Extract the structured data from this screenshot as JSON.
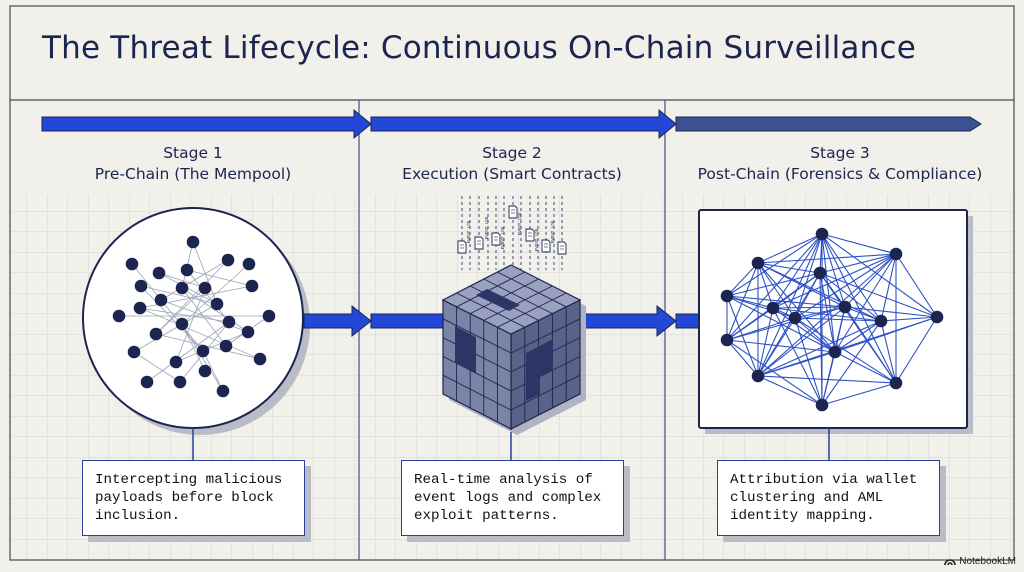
{
  "title": "The Threat Lifecycle: Continuous On-Chain Surveillance",
  "stages": [
    {
      "number": "Stage 1",
      "name": "Pre-Chain (The Mempool)",
      "description": "Intercepting malicious payloads before block inclusion."
    },
    {
      "number": "Stage 2",
      "name": "Execution (Smart Contracts)",
      "description": "Real-time analysis of event logs and complex exploit patterns."
    },
    {
      "number": "Stage 3",
      "name": "Post-Chain (Forensics & Compliance)",
      "description": "Attribution via wallet clustering and AML identity mapping."
    }
  ],
  "log_label": "EVENT LOG",
  "brand": "NotebookLM",
  "colors": {
    "navy": "#1b2550",
    "arrow_blue": "#2347d6",
    "arrow_slate": "#3c5191",
    "network_blue": "#2e52c4",
    "grid": "#d7d7d7",
    "background": "#f1f0eb"
  },
  "icons": [
    "document-icon",
    "network-icon",
    "cube-icon",
    "notebook-logo-icon"
  ]
}
